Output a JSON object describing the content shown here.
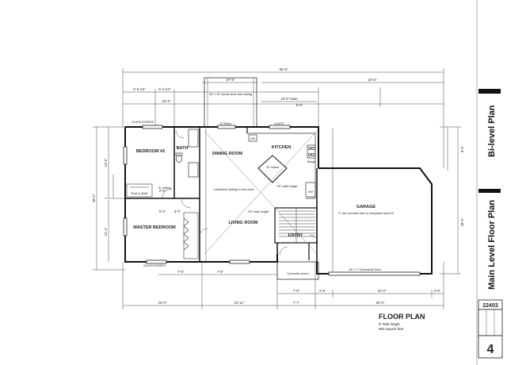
{
  "title_block": {
    "plan_type": "Bi-level Plan",
    "sheet_title": "Main Level Floor Plan",
    "plan_number": "22403",
    "sheet_number": "4"
  },
  "plan_caption": {
    "title": "FLOOR PLAN",
    "note_1": "8' Wall height",
    "note_2": "983 square feet"
  },
  "rooms": {
    "bedroom2": "BEDROOM #2",
    "bath": "BATH",
    "dining": "DINING ROOM",
    "kitchen": "KITCHEN",
    "living": "LIVING ROOM",
    "master": "MASTER BEDROOM",
    "garage": "GARAGE",
    "entry": "ENTRY"
  },
  "notes": {
    "deck": "16' x 10' wood deck and railing",
    "slider": "6' Slider",
    "cathedral": "Cathedral ceiling in this zone",
    "ceiling8": "8' ceiling",
    "wall_height": "7'8\" wall height",
    "wall_height2": "3'8\" wall height",
    "island": "42\" island",
    "garage_slab": "4\" min concrete slab on compacted sand fill",
    "overhead_door": "16' x 7' Overhead Door",
    "concrete_porch": "Concrete porch",
    "rod_shelf": "Rod & shelf",
    "egress1": "GLASS EGRESS",
    "egress2": "GLASS EGRESS",
    "dw": "DW",
    "ref": "Ref",
    "glass": "GLASS",
    "range": "Range"
  },
  "dimensions": {
    "overall_top": "50'-6\"",
    "deck_width": "37'-6\"",
    "top_left_1": "6'-6 1/2\"",
    "top_left_2": "6'-3 1/2\"",
    "top_mid_1": "15'-6\"",
    "top_right": "19'-6\"",
    "top_right_2": "10'-6\" base",
    "top_right_3": "6'-6\"",
    "bottom_left": "15'-0\"",
    "bottom_mid": "13'-11\"",
    "bottom_entry": "7'-7\"",
    "bottom_garage": "20'-0\"",
    "bot_a": "7'-8\"",
    "bot_b": "2'-6\"",
    "bot_c": "10'-0\"",
    "bot_d": "2'-6\"",
    "left_overall": "28'-0\"",
    "left_upper": "13'-6\"",
    "left_lower": "12'-4\"",
    "right_overall": "28'-0\"",
    "right_upper": "8'-6\"",
    "small_1": "7'-6\"",
    "small_2": "7'-6\"",
    "small_3": "3'-4\"",
    "small_4": "5'-2\"",
    "small_5": "2'-5\""
  }
}
